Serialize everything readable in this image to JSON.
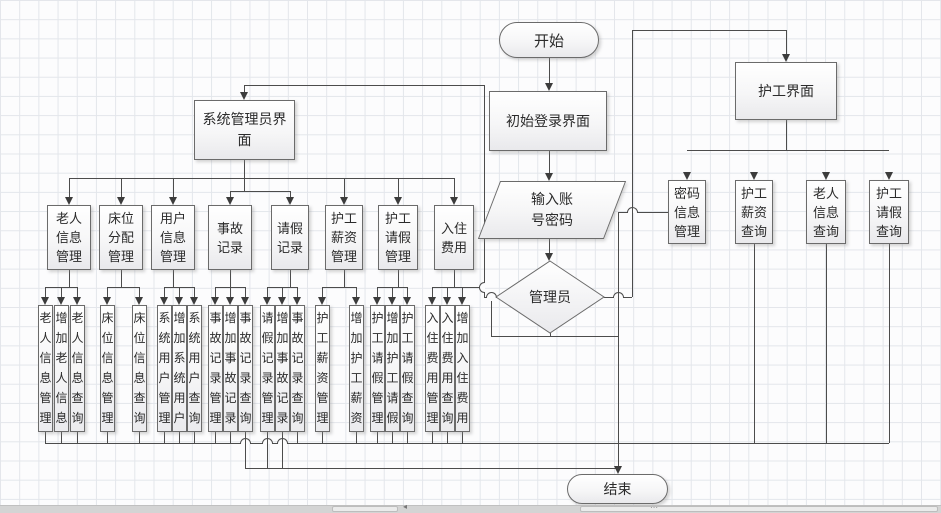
{
  "palette": {
    "line": "#4c4c4c",
    "grid": "#e3e6eb",
    "shape_border": "#6b6b6b",
    "canvas": "#fcfcfd"
  },
  "flow": {
    "start": "开始",
    "login": "初始登录界面",
    "input": "输入账号密码",
    "decision": "管理员",
    "end": "结束"
  },
  "admin": {
    "title": "系统管理员界面",
    "modules": [
      {
        "label": "老人信息管理",
        "children": [
          "老人信息管理",
          "增加老人信息",
          "老人信息查询"
        ]
      },
      {
        "label": "床位分配管理",
        "children": [
          "床位信息管理",
          "床位信息查询"
        ]
      },
      {
        "label": "用户信息管理",
        "children": [
          "系统用户管理",
          "增加系统用户",
          "系统用户查询"
        ]
      },
      {
        "label": "事故记录",
        "children": [
          "事故记录管理",
          "增加事故记录",
          "事故记录查询"
        ]
      },
      {
        "label": "请假记录",
        "children": [
          "请假记录管理",
          "增加事故记录",
          "事故记录查询"
        ]
      },
      {
        "label": "护工薪资管理",
        "children": [
          "护工薪资管理",
          "增加护工薪资"
        ]
      },
      {
        "label": "护工请假管理",
        "children": [
          "护工请假管理",
          "增加护工请假",
          "护工请假查询"
        ]
      },
      {
        "label": "入住费用",
        "children": [
          "入住费用管理",
          "入住费用查询",
          "增加入住费用"
        ]
      }
    ]
  },
  "worker": {
    "title": "护工界面",
    "modules": [
      "密码信息管理",
      "护工薪资查询",
      "老人信息查询",
      "护工请假查询"
    ]
  }
}
